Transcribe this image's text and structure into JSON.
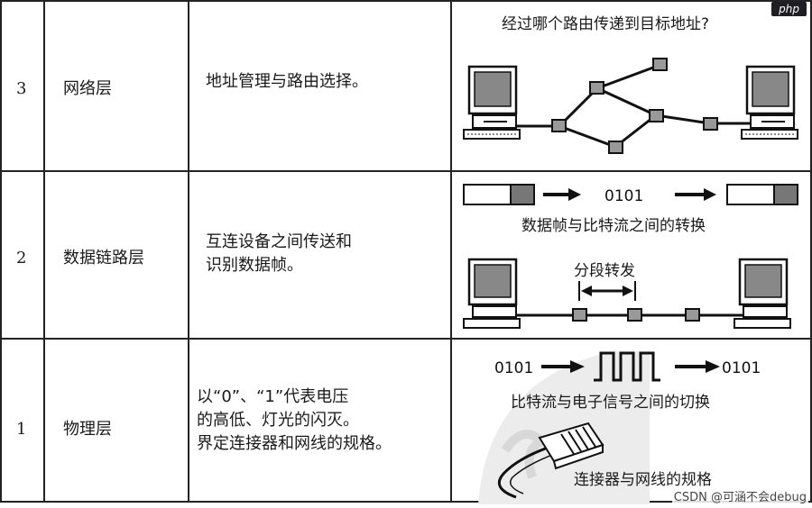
{
  "rows": [
    {
      "number": "3",
      "layer": "网络层",
      "function_lines": [
        "地址管理与路由选择。"
      ],
      "diagram": {
        "caption": "经过哪个路由传递到目标地址?"
      }
    },
    {
      "number": "2",
      "layer": "数据链路层",
      "function_lines": [
        "互连设备之间传送和",
        "识别数据帧。"
      ],
      "diagram": {
        "bits": "0101",
        "caption": "数据帧与比特流之间的转换",
        "segment_label": "分段转发"
      }
    },
    {
      "number": "1",
      "layer": "物理层",
      "function_lines": [
        "以“0”、“1”代表电压",
        "的高低、灯光的闪灭。",
        "界定连接器和网线的规格。"
      ],
      "diagram": {
        "bits_in": "0101",
        "bits_out": "0101",
        "caption": "比特流与电子信号之间的切换",
        "connector_caption": "连接器与网线的规格"
      }
    }
  ],
  "logo_text": "php",
  "credit": "CSDN @可涵不会debug"
}
